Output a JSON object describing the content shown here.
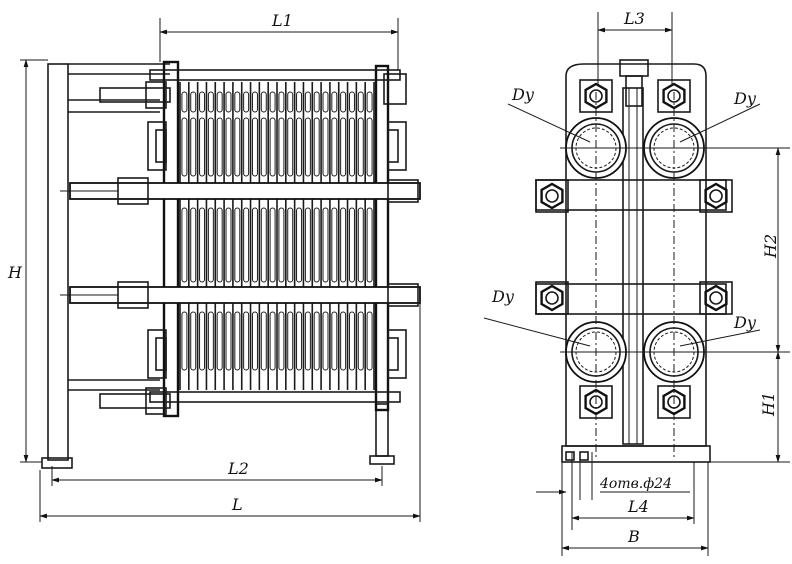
{
  "labels": {
    "L1": "L1",
    "L2": "L2",
    "L": "L",
    "H": "H",
    "L3": "L3",
    "H1": "H1",
    "H2": "H2",
    "L4": "L4",
    "B": "B",
    "Dy": "Dy",
    "bolt_note": "4отв.ф24"
  }
}
